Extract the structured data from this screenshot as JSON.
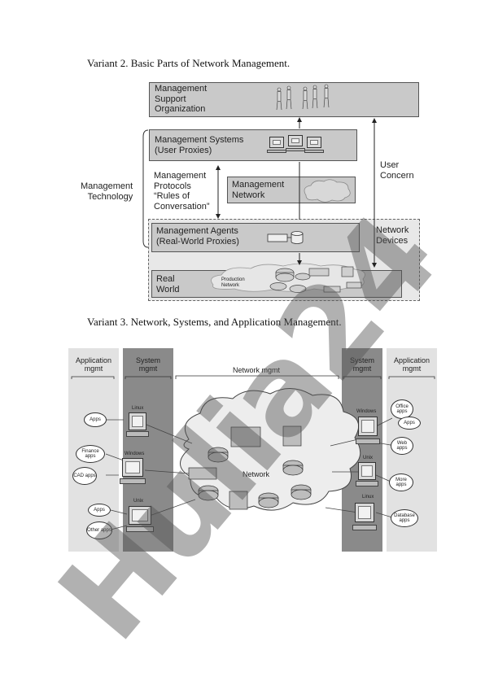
{
  "captions": {
    "variant2": "Variant 2. Basic Parts of Network Management.",
    "variant3": "Variant 3. Network, Systems, and Application Management."
  },
  "fig1": {
    "mso_lines": [
      "Management",
      "Support",
      "Organization"
    ],
    "ms_lines": [
      "Management Systems",
      "(User Proxies)"
    ],
    "protocols_lines": [
      "Management",
      "Protocols",
      "“Rules of",
      "Conversation”"
    ],
    "mnet_lines": [
      "Management",
      "Network"
    ],
    "agents_lines": [
      "Management Agents",
      "(Real-World Proxies)"
    ],
    "real_lines": [
      "Real",
      "World"
    ],
    "prod_lines": [
      "Production",
      "Network"
    ],
    "tech_lines": [
      "Management",
      "Technology"
    ],
    "user_lines": [
      "User",
      "Concern"
    ],
    "devices_lines": [
      "Network",
      "Devices"
    ]
  },
  "fig2": {
    "col_app_left": [
      "Application",
      "mgmt"
    ],
    "col_sys_left": [
      "System",
      "mgmt"
    ],
    "col_network": "Network mgmt",
    "col_sys_right": [
      "System",
      "mgmt"
    ],
    "col_app_right": [
      "Application",
      "mgmt"
    ],
    "network_label": "Network",
    "pc_labels": {
      "left_top": "Linux",
      "left_mid": "Windows",
      "left_bot": "Unix",
      "right_top": "Windows",
      "right_mid": "Unix",
      "right_bot": "Linux"
    },
    "ovals_left": [
      "Apps",
      "Finance apps",
      "CAD apps",
      "Apps",
      "Other apps"
    ],
    "ovals_right": [
      "Office apps",
      "Apps",
      "Web apps",
      "More apps",
      "Database apps"
    ]
  },
  "watermark": {
    "text": "Hulia24",
    "color": "#7b5cf0"
  },
  "colors": {
    "box_fill": "#c9c9c9",
    "dark_column": "#8a8a8a",
    "light_column": "#e2e2e2"
  }
}
